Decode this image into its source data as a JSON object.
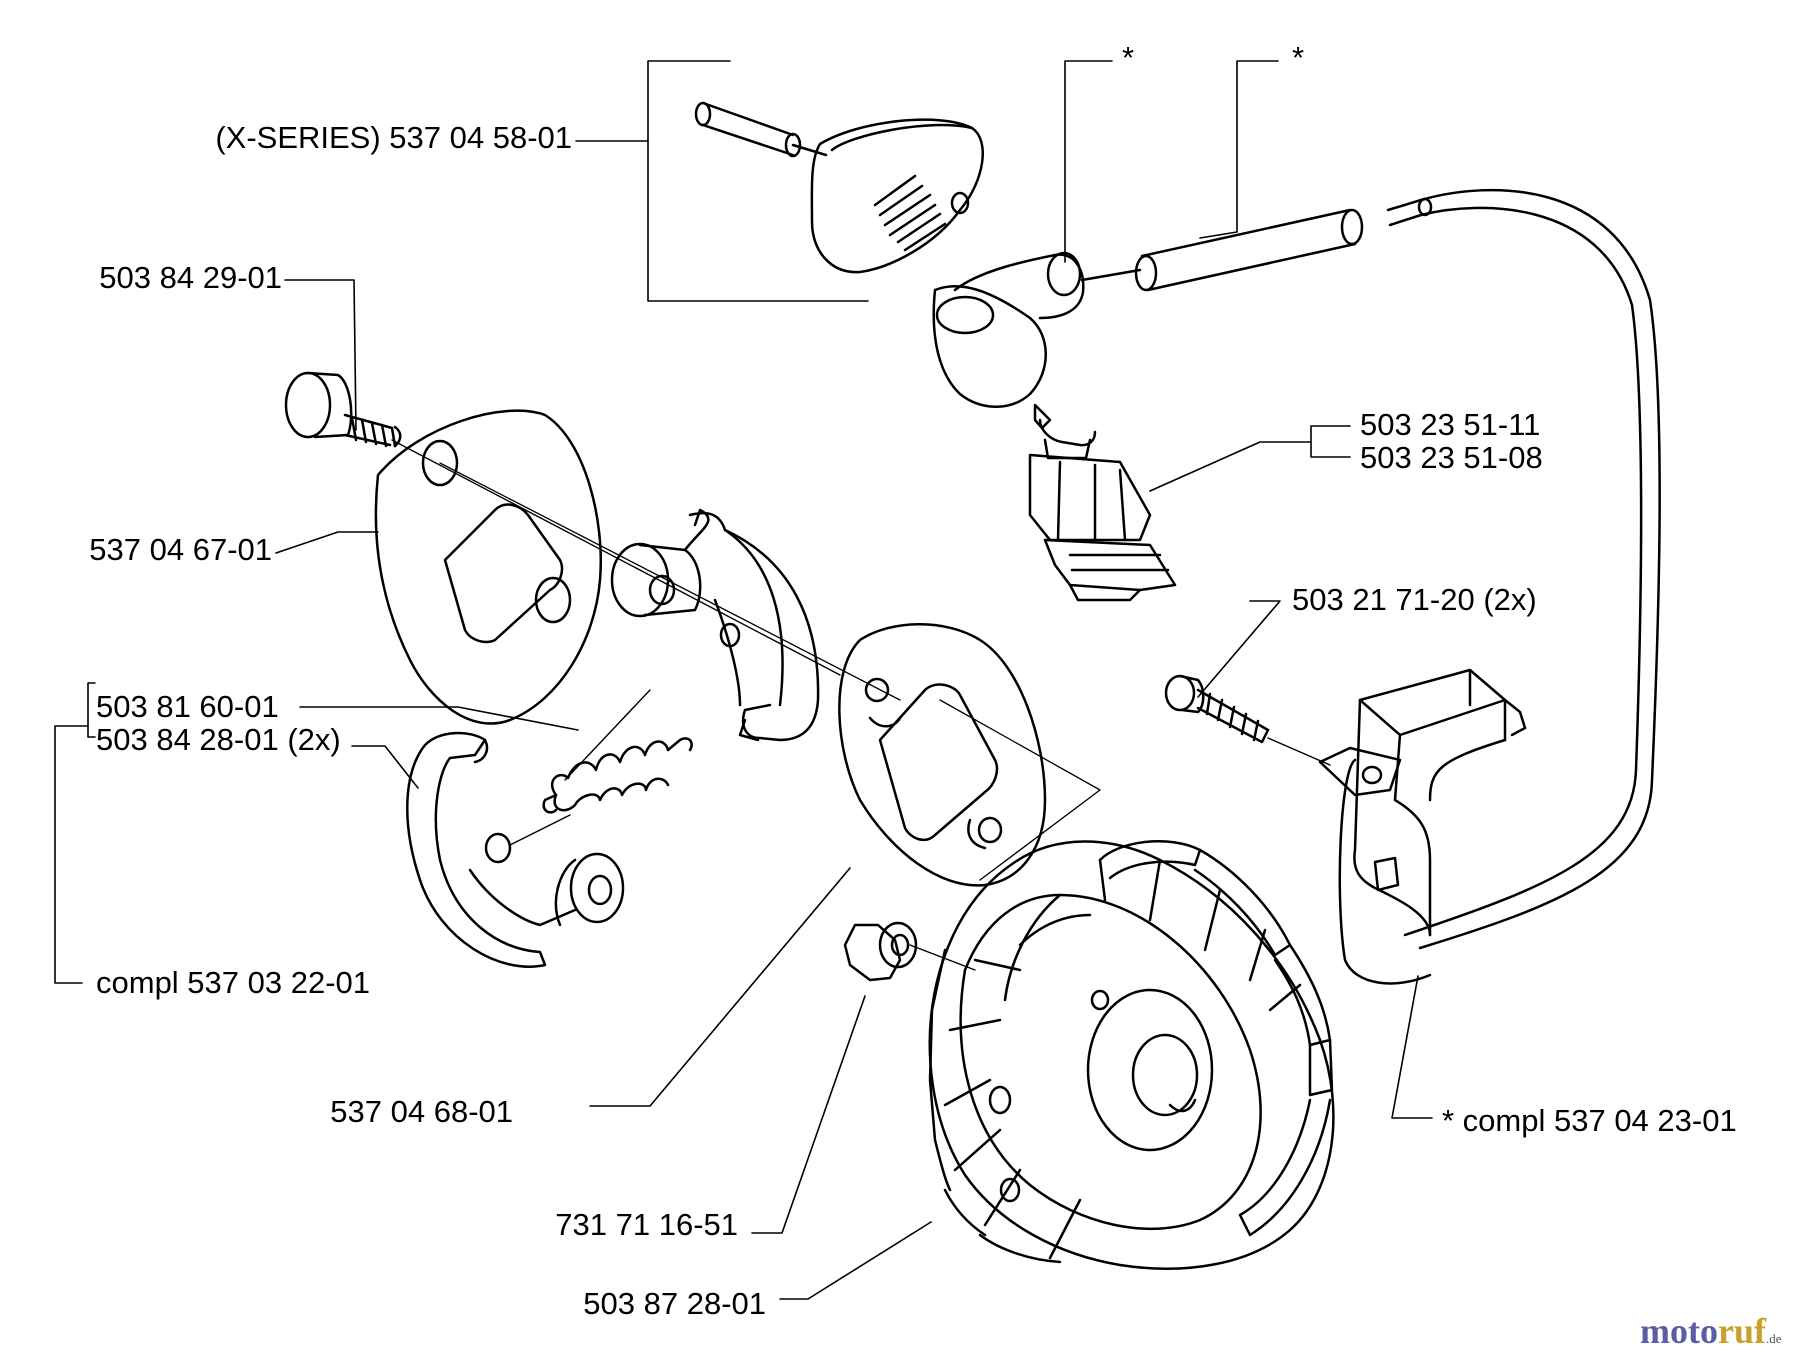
{
  "labels": {
    "x_series_cap": "(X-SERIES) 537 04 58-01",
    "p_503_84_29_01": "503 84 29-01",
    "p_537_04_67_01": "537 04 67-01",
    "p_503_81_60_01": "503 81 60-01",
    "p_503_84_28_01": "503 84 28-01 (2x)",
    "compl_537_03_22_01": "compl 537 03 22-01",
    "p_537_04_68_01": "537 04 68-01",
    "p_731_71_16_51": "731 71 16-51",
    "p_503_87_28_01": "503 87 28-01",
    "p_503_23_51_11": "503 23 51-11",
    "p_503_23_51_08": "503 23 51-08",
    "p_503_21_71_20": "503 21 71-20 (2x)",
    "compl_537_04_23_01": "* compl 537 04 23-01",
    "asterisk_1": "*",
    "asterisk_2": "*"
  },
  "watermark": {
    "brand_a": "moto",
    "brand_b": "ruf",
    "tld": ".de",
    "color_a": "#5b5ea6",
    "color_b": "#c8a12a"
  }
}
